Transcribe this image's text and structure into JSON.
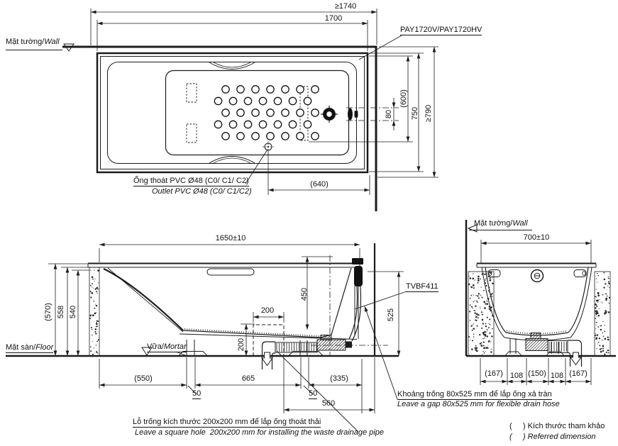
{
  "title_labels": {
    "product_code": "PAY1720V/PAY1720HV",
    "drain_fitting_code": "TVBF411"
  },
  "common": {
    "wall_vn": "Mặt tường/",
    "wall_en": "Wall",
    "floor_vn": "Mặt sàn/",
    "floor_en": "Floor",
    "mortar_vn": "Vữa/",
    "mortar_en": "Mortar"
  },
  "top_view": {
    "overall_length": "≥1740",
    "tub_length": "1700",
    "hose_gap_width": "80",
    "drain_offset": "(600)",
    "tub_width": "750",
    "overall_width": "≥790",
    "drain_to_wall": "(640)",
    "outlet_note_vn": "Ống thoát PVC Ø48 (C0/ C1/ C2)",
    "outlet_note_en": "Outlet PVC Ø48 (C0/ C1/C2)"
  },
  "side_view": {
    "install_length": "1650±10",
    "inner_depth": "450",
    "hole_width": "200",
    "hole_height": "200",
    "height_ref": "(570)",
    "rim_height": "558",
    "apron_height": "540",
    "seg_left": "(550)",
    "gap_left": "50",
    "seg_mid": "665",
    "gap_right": "50",
    "seg_right": "(335)",
    "drain_span": "560",
    "hose_gap_height": "525",
    "hole_note_vn": "Lỗ trống kích thước 200x200 mm để lắp ống thoát thải",
    "hole_note_en": "Leave a square hole  200x200 mm for installing the waste drainage pipe"
  },
  "end_view": {
    "install_width": "700±10",
    "seg1": "(167)",
    "seg2": "108",
    "seg3": "(150)",
    "seg4": "108",
    "seg5": "(167)",
    "gap_note_vn": "Khoảng trống 80x525 mm để lắp ống xả tràn",
    "gap_note_en": "Leave a gap 80x525 mm for flexible drain hose"
  },
  "legend": {
    "ref_vn": "(     ) Kích thước tham khảo",
    "ref_en": "(     ) Referred dimension"
  }
}
